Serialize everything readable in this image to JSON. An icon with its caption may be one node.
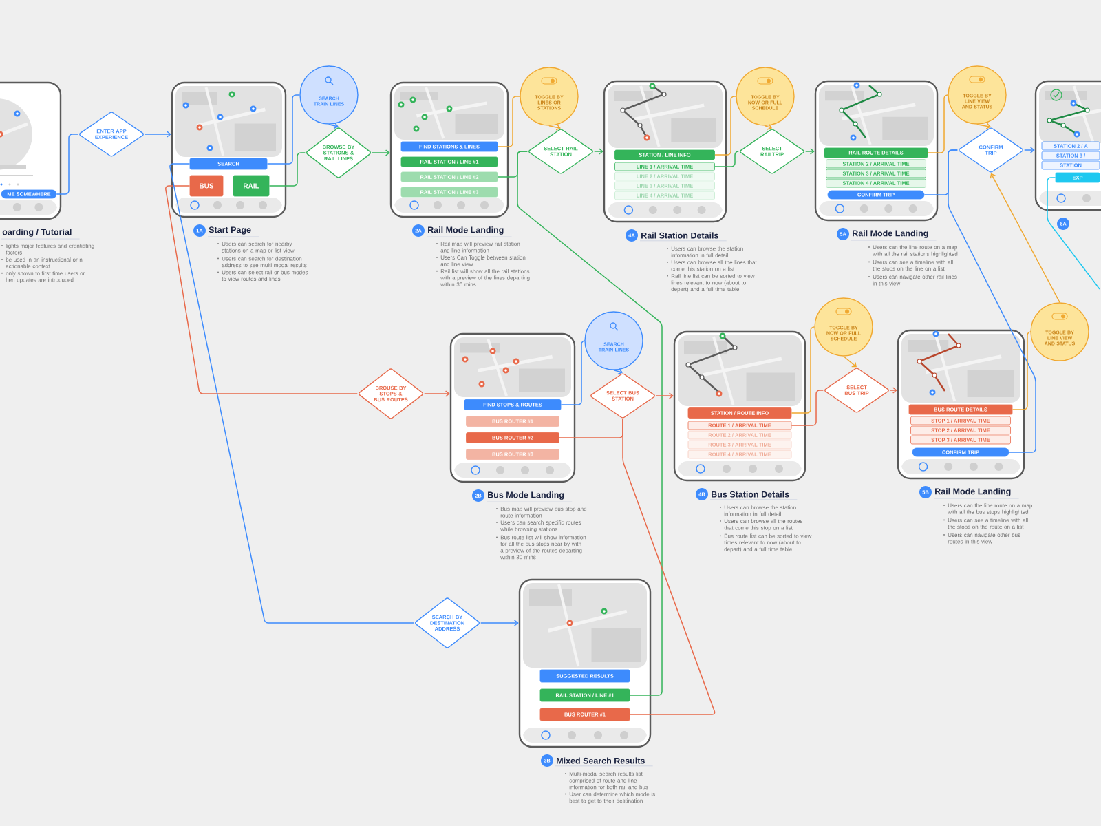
{
  "diagram": {
    "nodes": [
      {
        "text": [
          "oarding / Tutorial"
        ],
        "beside": [
          "lights major features and erentiating factors",
          "be used in an instructional or n actionable context",
          "only shown to first time users or hen updates are introduced"
        ]
      },
      {
        "text": [
          "ME SOMEWHERE"
        ],
        "in": 0
      },
      {
        "text": [
          "ENTER APP EXPERIENCE"
        ]
      },
      {
        "text": [
          "Start Page"
        ],
        "beside": [
          "1A",
          "Users can search for nearby stations on a map or list view",
          "Users can search for destination address to see multi modal results",
          "Users can select rail or bus modes to view routes and lines"
        ]
      },
      {
        "text": [
          "SEARCH"
        ],
        "in": 3
      },
      {
        "text": [
          "BUS"
        ],
        "in": 3
      },
      {
        "text": [
          "RAIL"
        ],
        "in": 3
      },
      {
        "text": [
          "SEARCH TRAIN LINES"
        ]
      },
      {
        "text": [
          "BROWSE BY STATIONS & RAIL LINES"
        ]
      },
      {
        "text": [
          "Rail Mode Landing"
        ],
        "beside": [
          "2A",
          "Rail map will preview rail station and line information",
          "Users Can Toggle between station and line view",
          "Rail list will show all the rail stations with a preview of the lines departing within 30 mins"
        ]
      },
      {
        "text": [
          "FIND STATIONS & LINES"
        ],
        "in": 9
      },
      {
        "text": [
          "RAIL STATION / LINE #1"
        ],
        "in": 9
      },
      {
        "text": [
          "RAIL STATION / LINE #2"
        ],
        "in": 9
      },
      {
        "text": [
          "RAIL STATION / LINE #3"
        ],
        "in": 9
      },
      {
        "text": [
          "TOGGLE BY LINES OR STATIONS"
        ]
      },
      {
        "text": [
          "SELECT RAIL STATION"
        ]
      },
      {
        "text": [
          "Rail Station Details"
        ],
        "beside": [
          "4A",
          "Users can browse the station information in full detail",
          "Users can browse all the lines that come this station on a list",
          "Rail line list can be sorted to view lines relevant to now (about to depart) and a full time table"
        ]
      },
      {
        "text": [
          "STATION / LINE INFO"
        ],
        "in": 16
      },
      {
        "text": [
          "LINE 1 / ARRIVAL TIME"
        ],
        "in": 16
      },
      {
        "text": [
          "LINE 2 / ARRIVAL TIME"
        ],
        "in": 16
      },
      {
        "text": [
          "LINE 3 / ARRIVAL TIME"
        ],
        "in": 16
      },
      {
        "text": [
          "LINE 4 / ARRIVAL TIME"
        ],
        "in": 16
      },
      {
        "text": [
          "TOGGLE BY NOW OR FULL SCHEDULE"
        ]
      },
      {
        "text": [
          "SELECT RAILTRIP"
        ]
      },
      {
        "text": [
          "Rail Mode Landing"
        ],
        "beside": [
          "5A",
          "Users can the line route on a map with all the rail stations highlighted",
          "Users can see a timeline with all the stops on the line on a list",
          "Users can navigate other rail lines in this view"
        ]
      },
      {
        "text": [
          "RAIL ROUTE DETAILS"
        ],
        "in": 24
      },
      {
        "text": [
          "STATION 2 / ARRIVAL TIME"
        ],
        "in": 24
      },
      {
        "text": [
          "STATION 3 / ARRIVAL TIME"
        ],
        "in": 24
      },
      {
        "text": [
          "STATION 4 / ARRIVAL TIME"
        ],
        "in": 24
      },
      {
        "text": [
          "CONFIRM TRIP"
        ],
        "in": 24
      },
      {
        "text": [
          "TOGGLE BY LINE VIEW AND STATUS"
        ]
      },
      {
        "text": [
          "CONFIRM TRIP"
        ]
      },
      {
        "text": [],
        "shape": "phone",
        "beside": [
          "6A"
        ]
      },
      {
        "text": [
          "STATION 2 / A"
        ],
        "in": 32
      },
      {
        "text": [
          "STATION 3 /"
        ],
        "in": 32
      },
      {
        "text": [
          "STATION"
        ],
        "in": 32
      },
      {
        "text": [
          "EXP"
        ],
        "in": 32
      },
      {
        "text": [
          "BROUSE BY STOPS & BUS ROUTES"
        ]
      },
      {
        "text": [
          "Bus Mode Landing"
        ],
        "beside": [
          "2B",
          "Bus map will preview bus stop and route information",
          "Users can search specific routes while browsing stations",
          "Bus route list will show information for all the bus stops near by with a preview of the routes departing within 30 mins"
        ]
      },
      {
        "text": [
          "FIND STOPS & ROUTES"
        ],
        "in": 38
      },
      {
        "text": [
          "BUS ROUTER #1"
        ],
        "in": 38
      },
      {
        "text": [
          "BUS ROUTER #2"
        ],
        "in": 38
      },
      {
        "text": [
          "BUS ROUTER #3"
        ],
        "in": 38
      },
      {
        "text": [
          "SEARCH TRAIN LINES"
        ]
      },
      {
        "text": [
          "SELECT BUS STATION"
        ]
      },
      {
        "text": [
          "Bus Station Details"
        ],
        "beside": [
          "4B",
          "Users can browse the station information in full detail",
          "Users can browse all the routes that come this stop on a list",
          "Bus route list can be sorted to view times relevant to now (about to depart) and a full time table"
        ]
      },
      {
        "text": [
          "STATION / ROUTE INFO"
        ],
        "in": 45
      },
      {
        "text": [
          "ROUTE 1 / ARRIVAL TIME"
        ],
        "in": 45
      },
      {
        "text": [
          "ROUTE 2 / ARRIVAL TIME"
        ],
        "in": 45
      },
      {
        "text": [
          "ROUTE 3 / ARRIVAL TIME"
        ],
        "in": 45
      },
      {
        "text": [
          "ROUTE 4 / ARRIVAL TIME"
        ],
        "in": 45
      },
      {
        "text": [
          "TOGGLE BY NOW OR FULL SCHEDULE"
        ]
      },
      {
        "text": [
          "SELECT BUS TRIP"
        ]
      },
      {
        "text": [
          "Rail Mode Landing"
        ],
        "beside": [
          "5B",
          "Users can the line route on a map with all the bus stops highlighted",
          "Users can see a timeline with all the stops on the route on a list",
          "Users can navigate other bus routes in this view"
        ]
      },
      {
        "text": [
          "BUS ROUTE DETAILS"
        ],
        "in": 53
      },
      {
        "text": [
          "STOP 1 / ARRIVAL TIME"
        ],
        "in": 53
      },
      {
        "text": [
          "STOP 2 / ARRIVAL TIME"
        ],
        "in": 53
      },
      {
        "text": [
          "STOP 3 / ARRIVAL TIME"
        ],
        "in": 53
      },
      {
        "text": [
          "CONFIRM TRIP"
        ],
        "in": 53
      },
      {
        "text": [
          "TOGGLE BY LINE VIEW AND STATUS"
        ]
      },
      {
        "text": [
          "SEARCH BY DESTINATION ADDRESS"
        ]
      },
      {
        "text": [
          "Mixed Search Results"
        ],
        "beside": [
          "3B",
          "Multi-modal search results list comprised of route and line information for both rail and bus",
          "User can determine which mode is best to get to their destination"
        ]
      },
      {
        "text": [
          "SUGGESTED RESULTS"
        ],
        "in": 61
      },
      {
        "text": [
          "RAIL STATION / LINE #1"
        ],
        "in": 61
      },
      {
        "text": [
          "BUS ROUTER #1"
        ],
        "in": 61
      }
    ],
    "edges": [
      {
        "from": 1,
        "to": 2,
        "arrow": "none",
        "color": "#3d8bfd"
      },
      {
        "from": 2,
        "to": 3,
        "arrow": "to",
        "color": "#3d8bfd"
      },
      {
        "from": 4,
        "to": 7,
        "arrow": "none",
        "color": "#3d8bfd"
      },
      {
        "from": 7,
        "to": 8,
        "arrow": "to",
        "color": "#3d8bfd"
      },
      {
        "from": 6,
        "to": 8,
        "arrow": "none",
        "color": "#34b45a"
      },
      {
        "from": 8,
        "to": 9,
        "arrow": "to",
        "color": "#34b45a"
      },
      {
        "from": 5,
        "to": 37,
        "arrow": "none",
        "color": "#e8694a"
      },
      {
        "from": 37,
        "to": 38,
        "arrow": "to",
        "color": "#e8694a"
      },
      {
        "from": 4,
        "to": 60,
        "arrow": "none",
        "color": "#3d8bfd"
      },
      {
        "from": 60,
        "to": 61,
        "arrow": "to",
        "color": "#3d8bfd"
      },
      {
        "from": 10,
        "to": 14,
        "arrow": "none",
        "color": "#f0a830"
      },
      {
        "from": 14,
        "to": 15,
        "arrow": "to",
        "color": "#f0a830"
      },
      {
        "from": 12,
        "to": 15,
        "arrow": "none",
        "color": "#34b45a"
      },
      {
        "from": 63,
        "to": 15,
        "arrow": "none",
        "color": "#34b45a"
      },
      {
        "from": 15,
        "to": 16,
        "arrow": "to",
        "color": "#34b45a"
      },
      {
        "from": 17,
        "to": 22,
        "arrow": "none",
        "color": "#f0a830"
      },
      {
        "from": 22,
        "to": 23,
        "arrow": "to",
        "color": "#f0a830"
      },
      {
        "from": 18,
        "to": 23,
        "arrow": "none",
        "color": "#34b45a"
      },
      {
        "from": 23,
        "to": 24,
        "arrow": "to",
        "color": "#34b45a"
      },
      {
        "from": 25,
        "to": 30,
        "arrow": "none",
        "color": "#f0a830"
      },
      {
        "from": 30,
        "to": 31,
        "arrow": "to",
        "color": "#f0a830"
      },
      {
        "from": 29,
        "to": 31,
        "arrow": "none",
        "color": "#3d8bfd"
      },
      {
        "from": 58,
        "to": 31,
        "arrow": "none",
        "color": "#3d8bfd"
      },
      {
        "from": 31,
        "to": 32,
        "arrow": "to",
        "color": "#3d8bfd"
      },
      {
        "from": 39,
        "to": 43,
        "arrow": "none",
        "color": "#3d8bfd"
      },
      {
        "from": 43,
        "to": 44,
        "arrow": "to",
        "color": "#3d8bfd"
      },
      {
        "from": 41,
        "to": 44,
        "arrow": "none",
        "color": "#e8694a"
      },
      {
        "from": 64,
        "to": 44,
        "arrow": "none",
        "color": "#e8694a"
      },
      {
        "from": 44,
        "to": 45,
        "arrow": "to",
        "color": "#e8694a"
      },
      {
        "from": 46,
        "to": 51,
        "arrow": "none",
        "color": "#f0a830"
      },
      {
        "from": 51,
        "to": 52,
        "arrow": "to",
        "color": "#f0a830"
      },
      {
        "from": 47,
        "to": 52,
        "arrow": "none",
        "color": "#e8694a"
      },
      {
        "from": 52,
        "to": 53,
        "arrow": "to",
        "color": "#e8694a"
      },
      {
        "from": 54,
        "to": 59,
        "arrow": "none",
        "color": "#f0a830"
      },
      {
        "from": 59,
        "to": 31,
        "arrow": "to",
        "color": "#f0a830"
      },
      {
        "from": 36,
        "to": null,
        "arrow": "none",
        "color": "#1ec8f0"
      }
    ]
  }
}
